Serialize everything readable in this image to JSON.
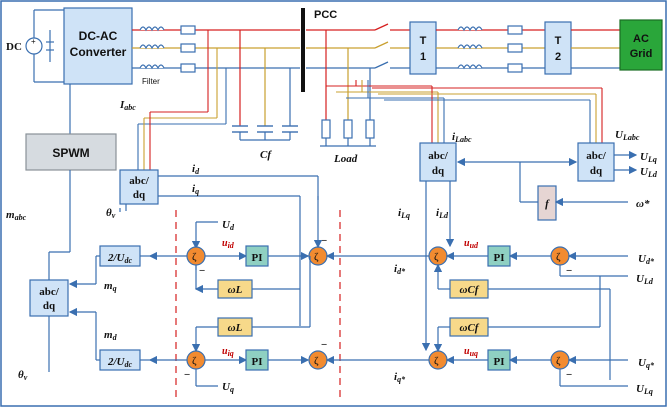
{
  "power": {
    "dc_label": "DC",
    "converter_line1": "DC-AC",
    "converter_line2": "Converter",
    "filter_label": "Filter",
    "pcc_label": "PCC",
    "t1_line1": "T",
    "t1_line2": "1",
    "t2_line1": "T",
    "t2_line2": "2",
    "grid_line1": "AC",
    "grid_line2": "Grid",
    "cf_label": "Cf",
    "load_label": "Load"
  },
  "control": {
    "spwm_label": "SPWM",
    "m_abc": "m",
    "m_abc_sub": "abc",
    "i_abc": "I",
    "i_abc_sub": "abc",
    "i_labc": "i",
    "i_labc_sub": "Labc",
    "u_labc": "U",
    "u_labc_sub": "Labc",
    "abcdq_line1": "abc/",
    "abcdq_line2": "dq",
    "theta": "θ",
    "theta_sub": "ν",
    "id": "i",
    "id_sub": "d",
    "iq": "i",
    "iq_sub": "q",
    "ud": "U",
    "ud_sub": "d",
    "uq": "U",
    "uq_sub": "q",
    "uid": "u",
    "uid_sub": "id",
    "uiq": "u",
    "uiq_sub": "iq",
    "pi_label": "PI",
    "wl_label": "ωL",
    "wcf_label": "ωCf",
    "two_udc": "2/U",
    "two_udc_sub": "dc",
    "mq": "m",
    "mq_sub": "q",
    "md": "m",
    "md_sub": "d",
    "ilq": "i",
    "ilq_sub": "Lq",
    "ild": "i",
    "ild_sub": "Ld",
    "id_star": "i",
    "id_star_sub": "d*",
    "iq_star": "i",
    "iq_star_sub": "q*",
    "uud": "u",
    "uud_sub": "ud",
    "uuq": "u",
    "uuq_sub": "uq",
    "ud_star": "U",
    "ud_star_sub": "d*",
    "uq_star": "U",
    "uq_star_sub": "q*",
    "uld_out": "U",
    "uld_out_sub": "Ld",
    "ulq_out": "U",
    "ulq_out_sub": "Lq",
    "ulq_top": "U",
    "ulq_top_sub": "Lq",
    "uld_top": "U",
    "uld_top_sub": "Ld",
    "f_label": "f",
    "omega_star": "ω*",
    "minus": "−"
  },
  "colors": {
    "phase_a": "#d62020",
    "phase_b": "#c9a030",
    "phase_c": "#3a6fb0",
    "block_blue": "#cfe3f7",
    "sum_orange": "#f28b30",
    "pi_teal": "#8fd0c2",
    "grid_green": "#2aa63a"
  }
}
